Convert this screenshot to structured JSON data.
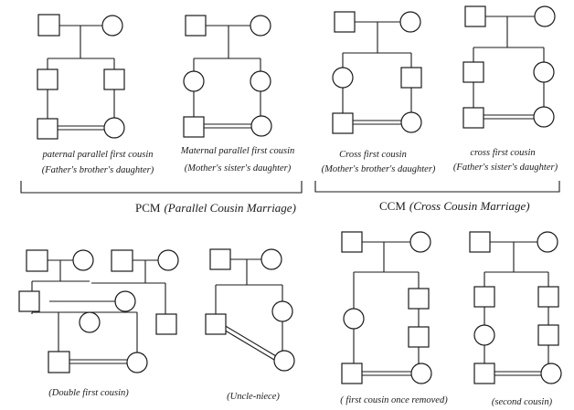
{
  "captions": {
    "paternal_1": "paternal parallel first cousin",
    "paternal_2": "(Father's brother's daughter)",
    "maternal_1": "Maternal parallel first cousin",
    "maternal_2": "(Mother's sister's daughter)",
    "cross_mb_1": "Cross first cousin",
    "cross_mb_2": "(Mother's brother's daughter)",
    "cross_fs_1": "cross first cousin",
    "cross_fs_2": "(Father's sister's daughter)",
    "double": "(Double first cousin)",
    "uncle_niece": "(Uncle-niece)",
    "once_removed": "( first cousin once removed)",
    "second": "(second cousin)"
  },
  "groups": {
    "pcm_abbr": "PCM",
    "pcm_full": "(Parallel Cousin Marriage)",
    "ccm_abbr": "CCM",
    "ccm_full": "(Cross Cousin Marriage)"
  }
}
